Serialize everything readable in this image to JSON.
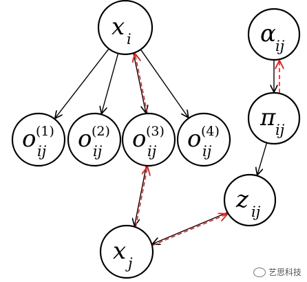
{
  "nodes": [
    {
      "id": "xi",
      "base": "x",
      "sub": "i",
      "sup": ""
    },
    {
      "id": "o1",
      "base": "o",
      "sub": "ij",
      "sup": "(1)"
    },
    {
      "id": "o2",
      "base": "o",
      "sub": "ij",
      "sup": "(2)"
    },
    {
      "id": "o3",
      "base": "o",
      "sub": "ij",
      "sup": "(3)"
    },
    {
      "id": "o4",
      "base": "o",
      "sub": "ij",
      "sup": "(4)"
    },
    {
      "id": "alpha",
      "base": "α",
      "sub": "ij",
      "sup": ""
    },
    {
      "id": "pi",
      "base": "π",
      "sub": "ij",
      "sup": ""
    },
    {
      "id": "z",
      "base": "z",
      "sub": "ij",
      "sup": ""
    },
    {
      "id": "xj",
      "base": "x",
      "sub": "j",
      "sup": ""
    }
  ],
  "edges": [
    {
      "from": "xi",
      "to": "o1",
      "style": "solid"
    },
    {
      "from": "xi",
      "to": "o2",
      "style": "solid"
    },
    {
      "from": "xi",
      "to": "o3",
      "style": "solid"
    },
    {
      "from": "xi",
      "to": "o4",
      "style": "solid"
    },
    {
      "from": "alpha",
      "to": "pi",
      "style": "solid"
    },
    {
      "from": "pi",
      "to": "z",
      "style": "solid"
    },
    {
      "from": "o3",
      "to": "xj",
      "style": "solid"
    },
    {
      "from": "z",
      "to": "xj",
      "style": "solid"
    },
    {
      "from": "o3",
      "to": "xi",
      "style": "dashed"
    },
    {
      "from": "pi",
      "to": "alpha",
      "style": "dashed"
    },
    {
      "from": "xj",
      "to": "o3",
      "style": "dashed"
    },
    {
      "from": "xj",
      "to": "z",
      "style": "dashed"
    }
  ],
  "colors": {
    "solid": "#000000",
    "dashed": "#e02020"
  },
  "watermark": {
    "icon": "chat-bubble-icon",
    "text": "艺思科技"
  }
}
